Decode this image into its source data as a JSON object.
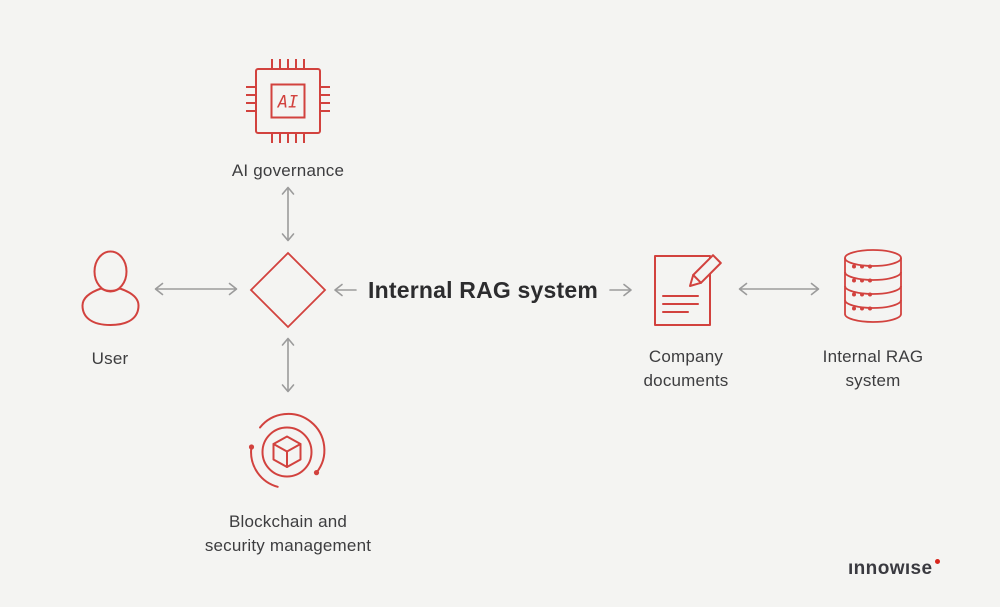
{
  "colors": {
    "background": "#f4f4f2",
    "accent_red": "#d2423e",
    "arrow_gray": "#9b9b9b",
    "label_text": "#3d3d3f",
    "heading_text": "#2c2c2e",
    "logo_text": "#3a3a40",
    "logo_dot": "#d8261c"
  },
  "heading": {
    "label": "Internal RAG system"
  },
  "nodes": {
    "ai_governance": {
      "label": "AI governance",
      "icon": "ai-chip-icon",
      "chip_text": "AI"
    },
    "user": {
      "label": "User",
      "icon": "user-icon"
    },
    "company_documents": {
      "lines": [
        "Company",
        "documents"
      ],
      "icon": "document-pencil-icon"
    },
    "internal_rag_database": {
      "lines": [
        "Internal RAG",
        "system"
      ],
      "icon": "database-icon"
    },
    "blockchain_security": {
      "lines": [
        "Blockchain and",
        "security management"
      ],
      "icon": "blockchain-cube-icon"
    }
  },
  "hub": {
    "shape": "decision-diamond"
  },
  "logo": {
    "text": "ınnowıse"
  }
}
